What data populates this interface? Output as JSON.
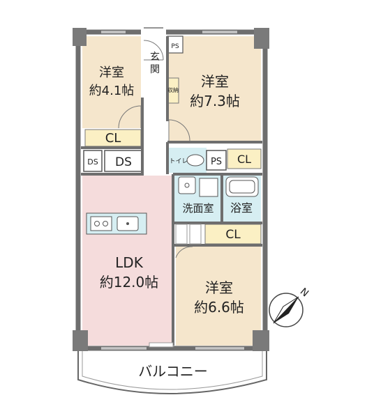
{
  "rooms": {
    "bedroom_nw": {
      "name": "洋室",
      "size": "約4.1帖"
    },
    "bedroom_ne": {
      "name": "洋室",
      "size": "約7.3帖"
    },
    "bedroom_se": {
      "name": "洋室",
      "size": "約6.6帖"
    },
    "ldk": {
      "name": "LDK",
      "size": "約12.0帖"
    }
  },
  "labels": {
    "entrance_line1": "玄",
    "entrance_line2": "関",
    "ps_top": "PS",
    "storage": "収納",
    "cl_nw": "CL",
    "ds_small": "DS",
    "ds_large": "DS",
    "toilet": "トイレ",
    "ps_mid": "PS",
    "cl_mid": "CL",
    "washroom": "洗面室",
    "bathroom": "浴室",
    "cl_se": "CL",
    "balcony": "バルコニー"
  },
  "compass": {
    "north_label": "N"
  },
  "colors": {
    "wall": "#6e6e6e",
    "column": "#7a7a7a",
    "bedroom_floor": "#f5e6cc",
    "ldk_floor": "#f5dcdc",
    "wet_floor": "#d6eef2",
    "closet_floor": "#fbf0c4",
    "hall_floor": "#ffffff",
    "line": "#555555"
  }
}
